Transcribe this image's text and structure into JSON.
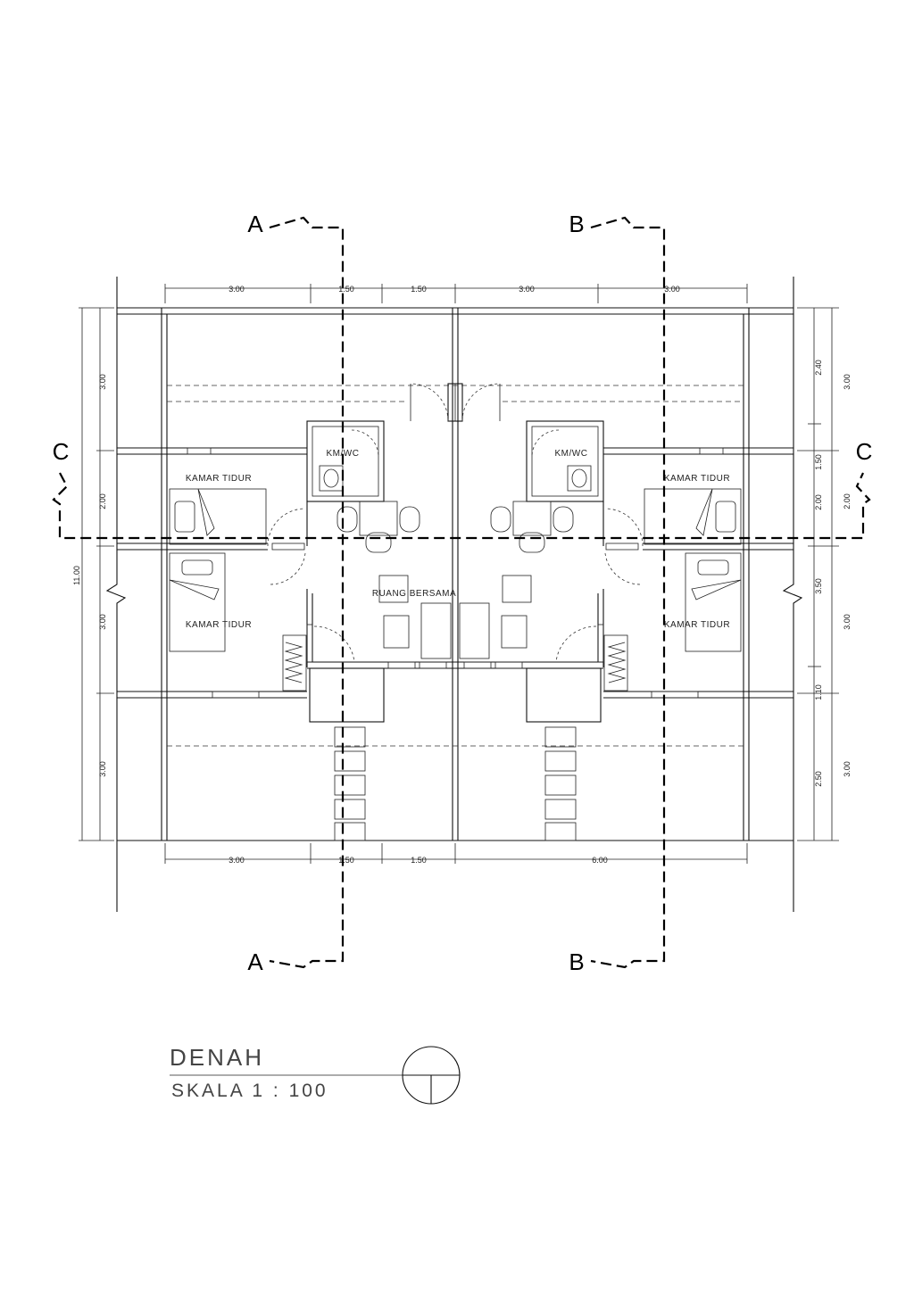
{
  "drawing": {
    "title": "DENAH",
    "scale": "SKALA 1 : 100",
    "section_markers": {
      "a_top": "A",
      "a_bottom": "A",
      "b_top": "B",
      "b_bottom": "B",
      "c_left": "C",
      "c_right": "C"
    },
    "rooms": {
      "km_wc_left": "KM/WC",
      "km_wc_right": "KM/WC",
      "kamar_tidur_left_upper": "KAMAR TIDUR",
      "kamar_tidur_left_lower": "KAMAR TIDUR",
      "kamar_tidur_right_upper": "KAMAR TIDUR",
      "kamar_tidur_right_lower": "KAMAR TIDUR",
      "ruang_bersama": "RUANG BERSAMA"
    },
    "dimensions": {
      "top": [
        "3.00",
        "1.50",
        "1.50",
        "3.00",
        "3.00"
      ],
      "bottom": [
        "3.00",
        "1.50",
        "1.50",
        "6.00"
      ],
      "left_inner": [
        "3.00",
        "2.00",
        "3.00",
        "3.00"
      ],
      "left_total": "11.00",
      "right_inner": [
        "2.40",
        "1.50",
        "2.00",
        "3.50",
        "1.10",
        "2.50"
      ],
      "right_outer": [
        "3.00",
        "2.00",
        "3.00",
        "3.00"
      ]
    },
    "colors": {
      "line": "#111111",
      "text": "#222222",
      "title": "#444444"
    }
  }
}
